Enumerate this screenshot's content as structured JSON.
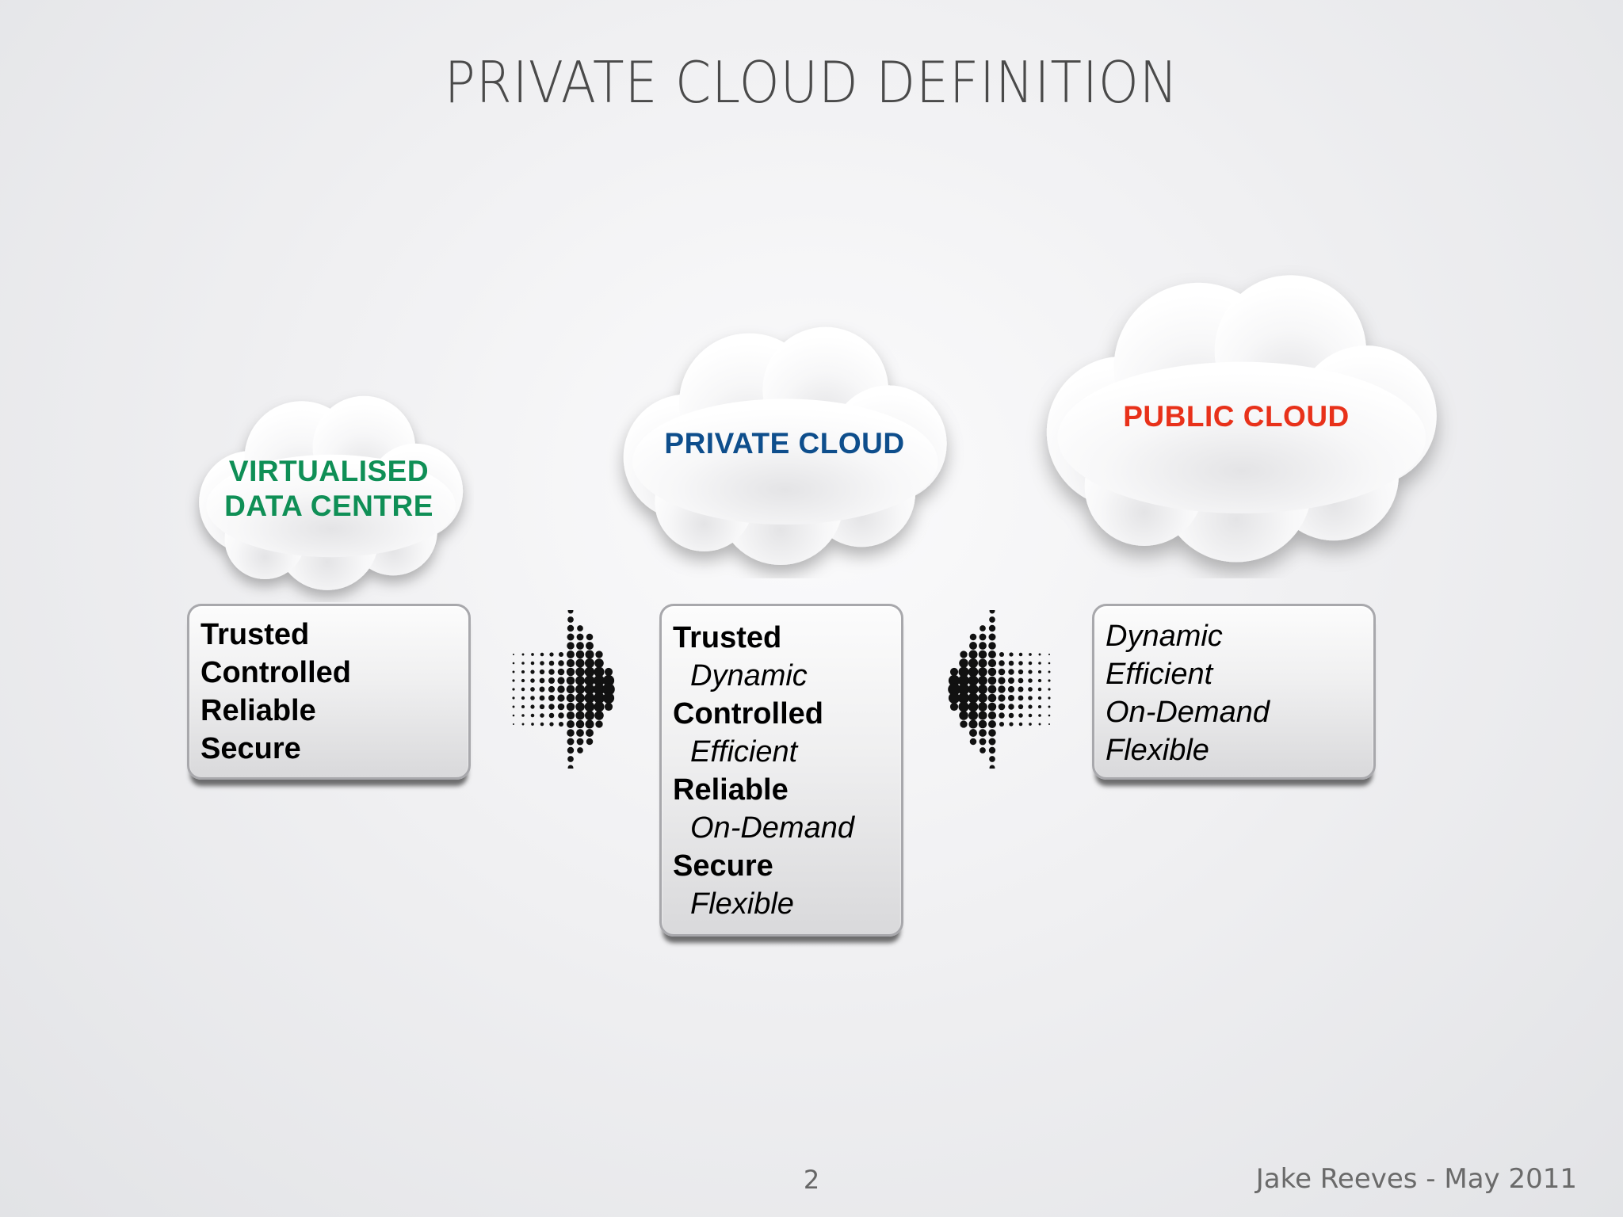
{
  "slide": {
    "title": "PRIVATE CLOUD DEFINITION",
    "page_number": "2",
    "credit": "Jake Reeves - May 2011"
  },
  "clouds": {
    "virtualised": {
      "line1": "VIRTUALISED",
      "line2": "DATA CENTRE",
      "color": "#0f8f56"
    },
    "private": {
      "label": "PRIVATE CLOUD",
      "color": "#0e4e8c"
    },
    "public": {
      "label": "PUBLIC CLOUD",
      "color": "#e8311a"
    }
  },
  "boxes": {
    "virtualised": [
      "Trusted",
      "Controlled",
      "Reliable",
      "Secure"
    ],
    "private": [
      "Trusted",
      "Dynamic",
      "Controlled",
      "Efficient",
      "Reliable",
      "On-Demand",
      "Secure",
      "Flexible"
    ],
    "public": [
      "Dynamic",
      "Efficient",
      "On-Demand",
      "Flexible"
    ]
  },
  "arrows": {
    "left": {
      "direction": "right",
      "icon": "dotted-arrow-right-icon"
    },
    "right": {
      "direction": "left",
      "icon": "dotted-arrow-left-icon"
    }
  }
}
